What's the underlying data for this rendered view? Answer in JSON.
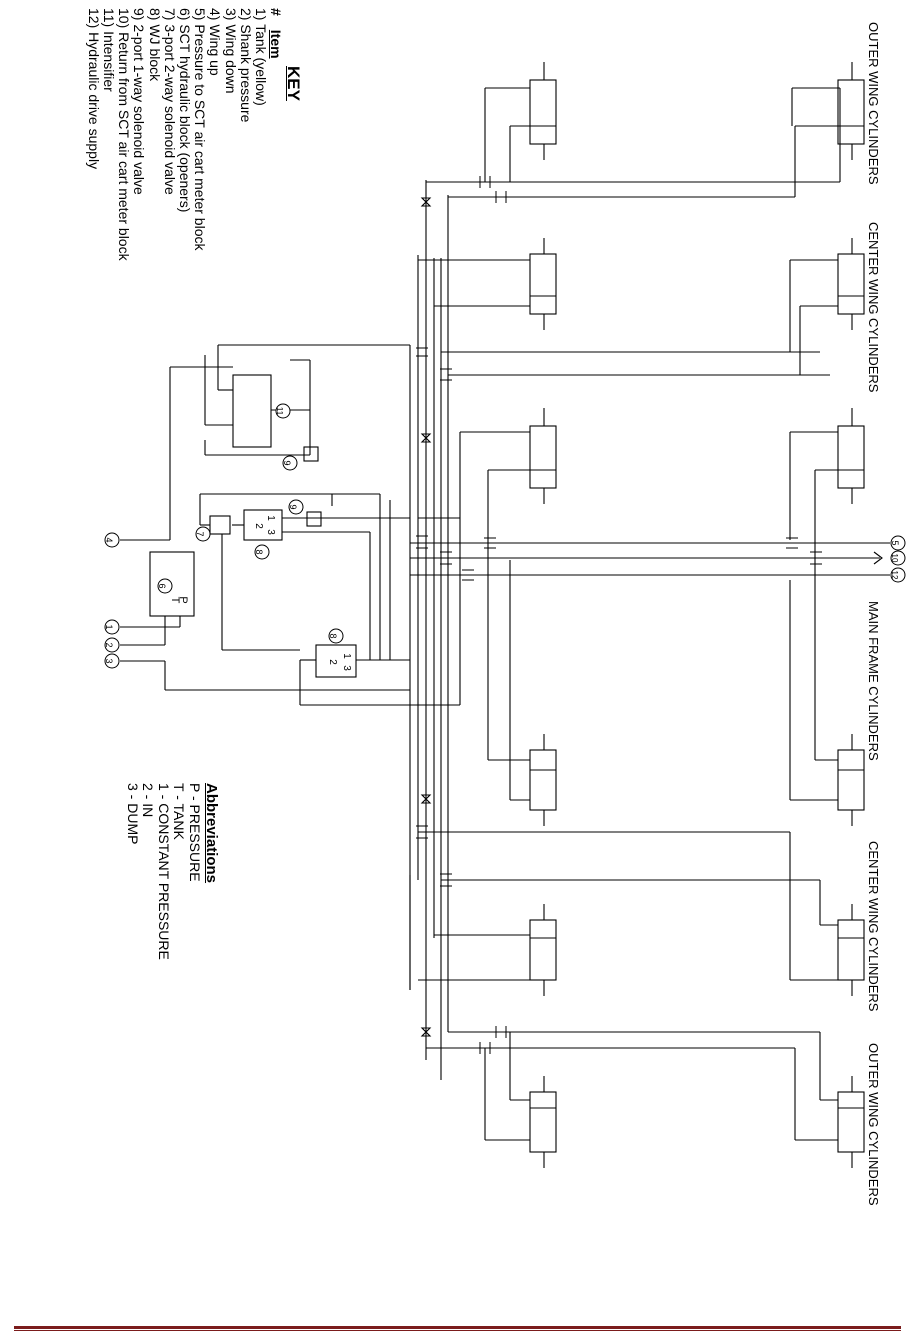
{
  "key": {
    "title": "KEY",
    "col_number": "#",
    "col_item": "Item",
    "items": [
      "1) Tank (yellow)",
      "2) Shank pressure",
      "3) Wing down",
      "4) Wing up",
      "5) Pressure to SCT air cart meter block",
      "6) SCT hydraulic block (openers)",
      "7) 3-port 2-way solenoid valve",
      "8) WJ block",
      "9) 2-port 1-way solenoid valve",
      "10) Return from SCT air cart meter block",
      "11) Intensifier",
      "12) Hydraulic drive supply"
    ]
  },
  "abbreviations": {
    "title": "Abbreviations",
    "items": [
      "P - PRESSURE",
      "T - TANK",
      "1 - CONSTANT PRESSURE",
      "2 - IN",
      "3 - DUMP"
    ]
  },
  "cylinder_groups": {
    "outer_wing_top": "OUTER WING CYLINDERS",
    "center_wing_top": "CENTER WING CYLINDERS",
    "main_frame": "MAIN FRAME CYLINDERS",
    "center_wing_bottom": "CENTER WING CYLINDERS",
    "outer_wing_bottom": "OUTER WING CYLINDERS"
  },
  "callouts": {
    "c1": "1",
    "c2": "2",
    "c3": "3",
    "c4": "4",
    "c5": "5",
    "c6": "6",
    "c7": "7",
    "c8a": "8",
    "c8b": "8",
    "c9a": "9",
    "c9b": "9",
    "c10": "10",
    "c11": "11",
    "c12": "12"
  },
  "port_labels": {
    "block6_p": "P",
    "block6_t": "T",
    "wj_upper_1": "1",
    "wj_upper_3": "3",
    "wj_upper_2": "2",
    "wj_lower_1": "1",
    "wj_lower_3": "3",
    "wj_lower_2": "2"
  },
  "colors": {
    "line": "#000000",
    "footer": "#7b1c1c"
  }
}
